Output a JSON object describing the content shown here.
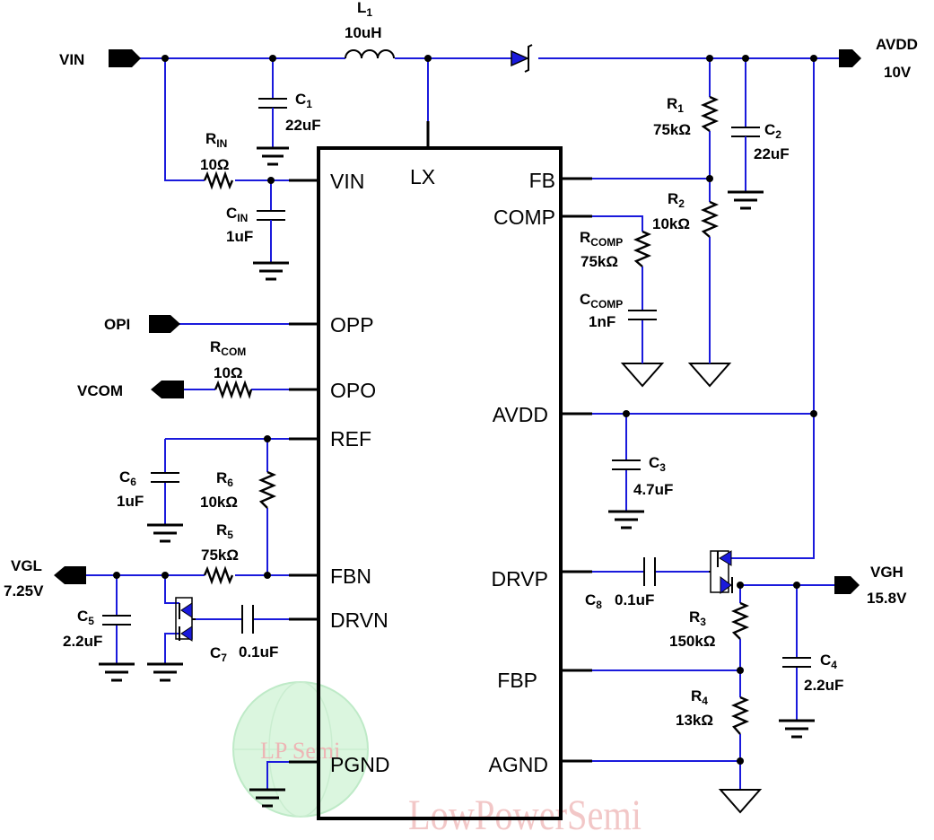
{
  "chip_pins": {
    "vin": "VIN",
    "lx": "LX",
    "fb": "FB",
    "comp": "COMP",
    "opp": "OPP",
    "opo": "OPO",
    "ref": "REF",
    "avdd": "AVDD",
    "fbn": "FBN",
    "drvn": "DRVN",
    "drvp": "DRVP",
    "fbp": "FBP",
    "agnd": "AGND",
    "pgnd": "PGND"
  },
  "terminals": {
    "vin": "VIN",
    "avdd": "AVDD",
    "avdd_voltage": "10V",
    "opi": "OPI",
    "vcom": "VCOM",
    "vgl": "VGL",
    "vgl_voltage": "7.25V",
    "vgh": "VGH",
    "vgh_voltage": "15.8V"
  },
  "components": {
    "l1": {
      "ref": "L",
      "sub": "1",
      "value": "10uH"
    },
    "c1": {
      "ref": "C",
      "sub": "1",
      "value": "22uF"
    },
    "rin": {
      "ref": "R",
      "sub": "IN",
      "value": "10Ω"
    },
    "cin": {
      "ref": "C",
      "sub": "IN",
      "value": "1uF"
    },
    "r1": {
      "ref": "R",
      "sub": "1",
      "value": "75kΩ"
    },
    "c2": {
      "ref": "C",
      "sub": "2",
      "value": "22uF"
    },
    "r2": {
      "ref": "R",
      "sub": "2",
      "value": "10kΩ"
    },
    "rcomp": {
      "ref": "R",
      "sub": "COMP",
      "value": "75kΩ"
    },
    "ccomp": {
      "ref": "C",
      "sub": "COMP",
      "value": "1nF"
    },
    "rcom": {
      "ref": "R",
      "sub": "COM",
      "value": "10Ω"
    },
    "c6": {
      "ref": "C",
      "sub": "6",
      "value": "1uF"
    },
    "r6": {
      "ref": "R",
      "sub": "6",
      "value": "10kΩ"
    },
    "r5": {
      "ref": "R",
      "sub": "5",
      "value": "75kΩ"
    },
    "c3": {
      "ref": "C",
      "sub": "3",
      "value": "4.7uF"
    },
    "c5": {
      "ref": "C",
      "sub": "5",
      "value": "2.2uF"
    },
    "c7": {
      "ref": "C",
      "sub": "7",
      "value": "0.1uF"
    },
    "c8": {
      "ref": "C",
      "sub": "8",
      "value": "0.1uF"
    },
    "r3": {
      "ref": "R",
      "sub": "3",
      "value": "150kΩ"
    },
    "r4": {
      "ref": "R",
      "sub": "4",
      "value": "13kΩ"
    },
    "c4": {
      "ref": "C",
      "sub": "4",
      "value": "2.2uF"
    }
  },
  "watermark": {
    "logo_text": "LP Semi",
    "brand": "LowPowerSemi"
  },
  "colors": {
    "wire": "#1a1adc",
    "ink": "#000000",
    "diode": "#1a1adc",
    "watermark_green": "#7ed98a",
    "watermark_red": "#e07a7a"
  }
}
